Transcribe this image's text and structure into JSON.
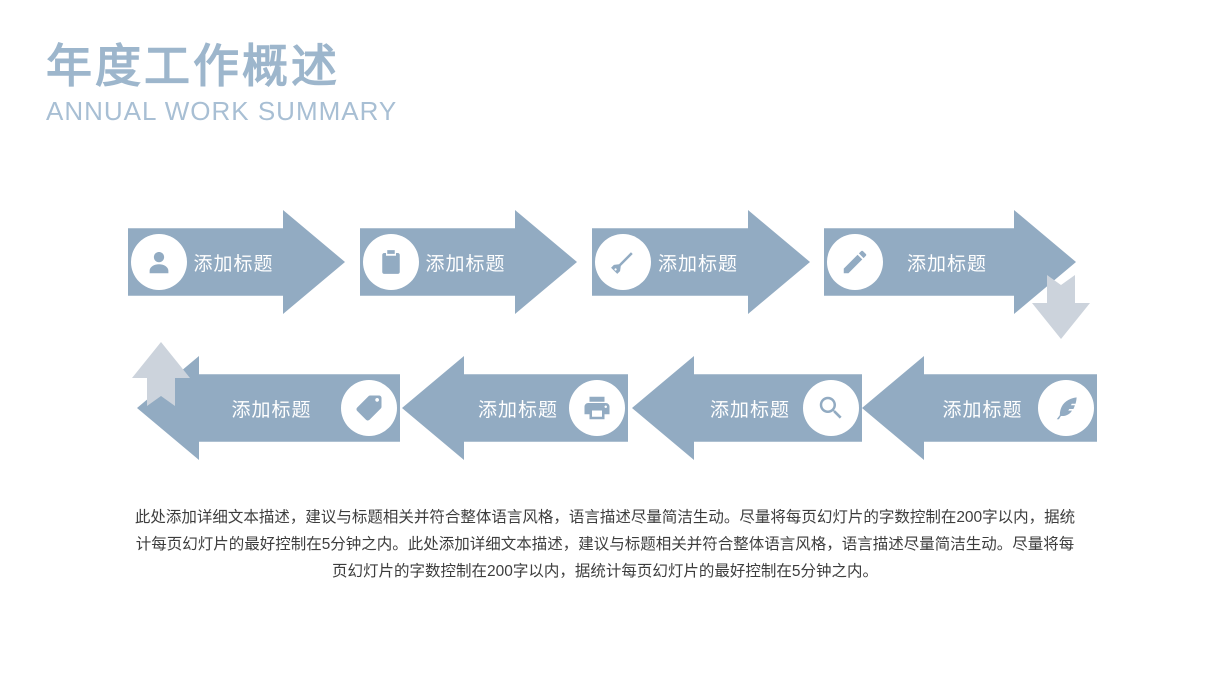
{
  "slide": {
    "title": "年度工作概述",
    "subtitle": "ANNUAL WORK SUMMARY",
    "body_text": "此处添加详细文本描述，建议与标题相关并符合整体语言风格，语言描述尽量简洁生动。尽量将每页幻灯片的字数控制在200字以内，据统计每页幻灯片的最好控制在5分钟之内。此处添加详细文本描述，建议与标题相关并符合整体语言风格，语言描述尽量简洁生动。尽量将每页幻灯片的字数控制在200字以内，据统计每页幻灯片的最好控制在5分钟之内。"
  },
  "colors": {
    "arrow_blue": "#92abc2",
    "title_blue": "#9db6cc",
    "subtitle_blue": "#a8bfd4",
    "connector_gray": "#ccd3dc",
    "label_white": "#ffffff",
    "body_text": "#3d3d3d"
  },
  "process": {
    "top_row": [
      {
        "label": "添加标题",
        "icon": "user-icon"
      },
      {
        "label": "添加标题",
        "icon": "clipboard-icon"
      },
      {
        "label": "添加标题",
        "icon": "flashlight-icon"
      },
      {
        "label": "添加标题",
        "icon": "pencil-icon"
      }
    ],
    "bottom_row": [
      {
        "label": "添加标题",
        "icon": "tag-icon"
      },
      {
        "label": "添加标题",
        "icon": "printer-icon"
      },
      {
        "label": "添加标题",
        "icon": "search-icon"
      },
      {
        "label": "添加标题",
        "icon": "feather-icon"
      }
    ]
  }
}
